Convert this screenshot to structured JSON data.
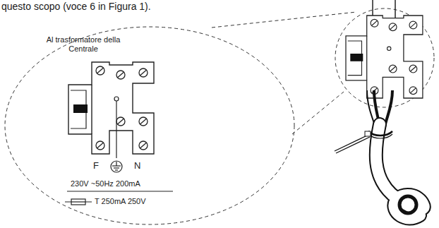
{
  "diagram": {
    "labels": [
      "questo scopo (voce 6 in Figura 1).",
      "Al trasformatore della Centrale",
      "F",
      "N",
      "230V ~50Hz 200mA",
      "T 250mA 250V"
    ]
  }
}
